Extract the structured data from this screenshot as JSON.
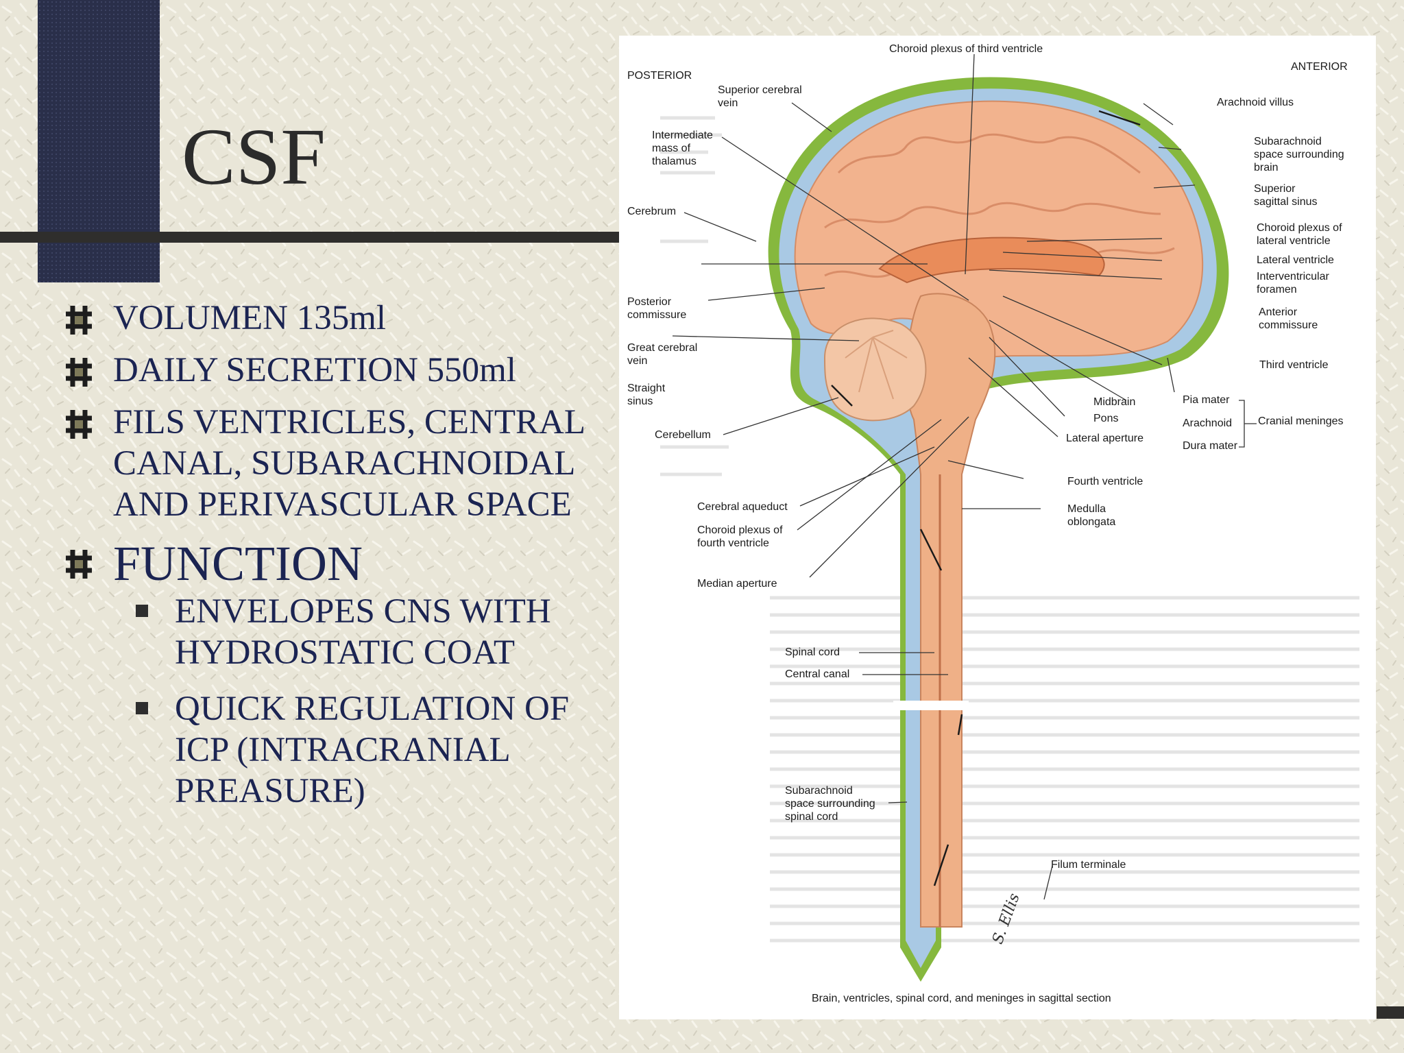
{
  "slide": {
    "title": "CSF",
    "bullets": [
      "VOLUMEN 135ml",
      "DAILY SECRETION 550ml",
      "FILS VENTRICLES, CENTRAL CANAL, SUBARACHNOIDAL AND PERIVASCULAR SPACE"
    ],
    "function_heading": "FUNCTION",
    "function_items": [
      "ENVELOPES CNS WITH HYDROSTATIC COAT",
      "QUICK REGULATION OF ICP (INTRACRANIAL PREASURE)"
    ]
  },
  "diagram": {
    "caption": "Brain, ventricles, spinal cord, and meninges in sagittal section",
    "signature": "S. Ellis",
    "orientation": {
      "posterior": "POSTERIOR",
      "anterior": "ANTERIOR"
    },
    "labels": {
      "choroid_third": "Choroid plexus of third ventricle",
      "sup_cerebral_vein": "Superior cerebral\nvein",
      "intermediate_mass": "Intermediate\nmass of\nthalamus",
      "cerebrum": "Cerebrum",
      "posterior_commissure": "Posterior\ncommissure",
      "great_cerebral_vein": "Great cerebral\nvein",
      "straight_sinus": "Straight\nsinus",
      "cerebellum": "Cerebellum",
      "cerebral_aqueduct": "Cerebral aqueduct",
      "choroid_fourth": "Choroid plexus of\nfourth ventricle",
      "median_aperture": "Median aperture",
      "arachnoid_villus": "Arachnoid villus",
      "subarachnoid_brain": "Subarachnoid\nspace surrounding\nbrain",
      "sup_sagittal_sinus": "Superior\nsagittal sinus",
      "choroid_lateral": "Choroid plexus of\nlateral ventricle",
      "lateral_ventricle": "Lateral ventricle",
      "interventricular_foramen": "Interventricular\nforamen",
      "anterior_commissure": "Anterior\ncommissure",
      "third_ventricle": "Third ventricle",
      "midbrain": "Midbrain",
      "pons": "Pons",
      "lateral_aperture": "Lateral aperture",
      "pia_mater": "Pia mater",
      "arachnoid": "Arachnoid",
      "dura_mater": "Dura mater",
      "cranial_meninges": "Cranial meninges",
      "fourth_ventricle": "Fourth ventricle",
      "medulla": "Medulla\noblongata",
      "spinal_cord": "Spinal cord",
      "central_canal": "Central canal",
      "subarachnoid_cord": "Subarachnoid\nspace surrounding\nspinal cord",
      "filum_terminale": "Filum terminale"
    }
  },
  "colors": {
    "background": "#e9e6d8",
    "navy": "#2a2f4a",
    "text": "#1b2452",
    "brain": "#f2b38e",
    "dura": "#86b83e",
    "csf": "#a9c9e4"
  }
}
